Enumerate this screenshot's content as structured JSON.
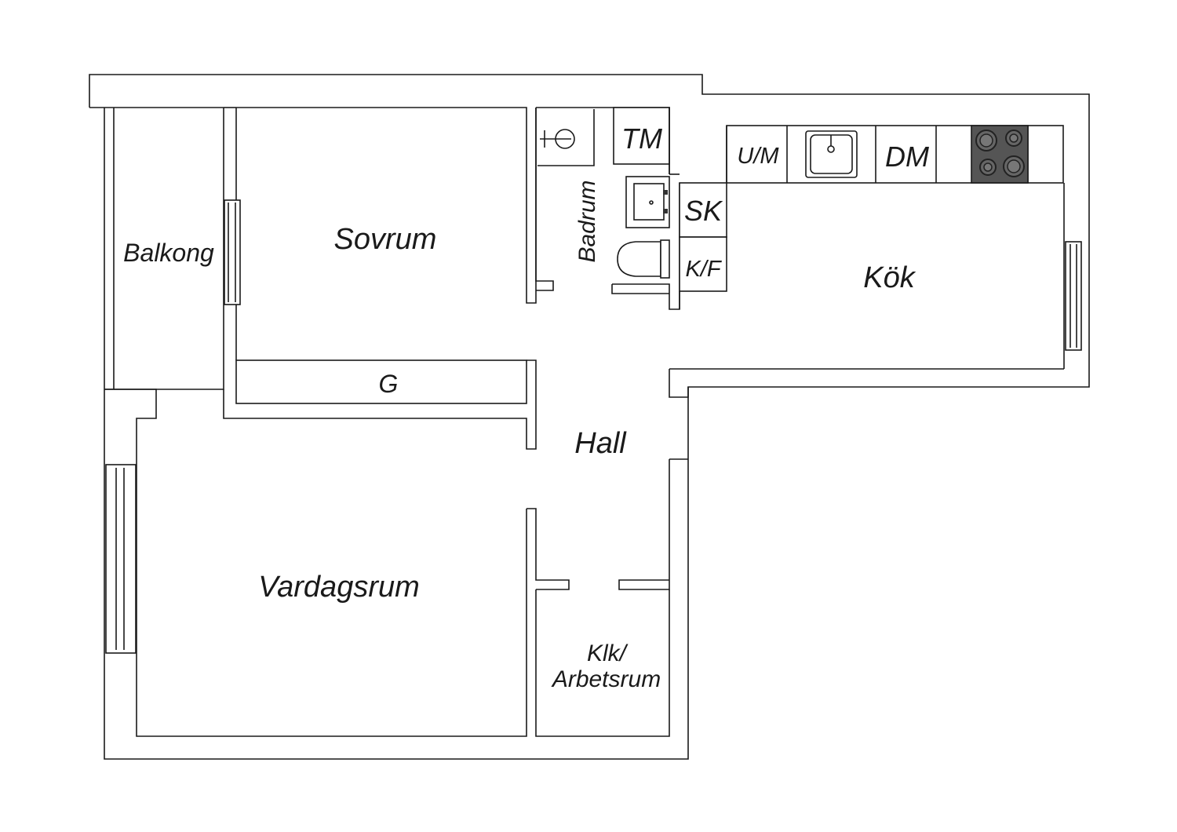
{
  "floorplan": {
    "rooms": {
      "balkong": "Balkong",
      "sovrum": "Sovrum",
      "badrum": "Badrum",
      "kok": "Kök",
      "garderob": "G",
      "hall": "Hall",
      "vardagsrum": "Vardagsrum",
      "klk_line1": "Klk/",
      "klk_line2": "Arbetsrum"
    },
    "appliances": {
      "tm": "TM",
      "um": "U/M",
      "dm": "DM",
      "sk": "SK",
      "kf": "K/F"
    },
    "colors": {
      "wall_stroke": "#1a1a1a",
      "background": "#ffffff",
      "stove": "#555555"
    }
  }
}
